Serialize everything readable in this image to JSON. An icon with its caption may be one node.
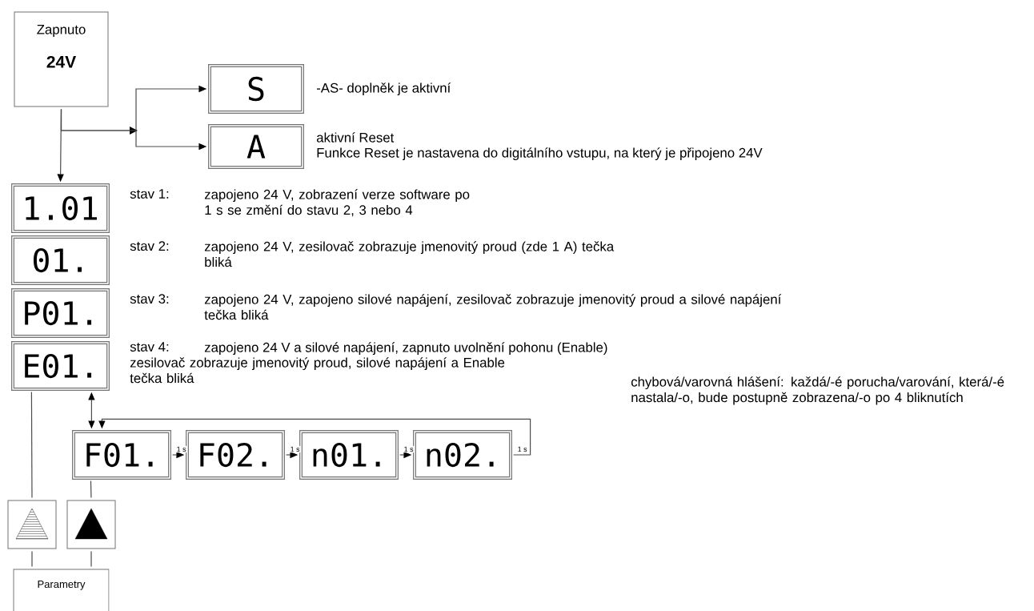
{
  "diagram": {
    "nodes": [
      {
        "text": [
          "Zapnuto",
          "24V"
        ]
      },
      {
        "text": [
          "S"
        ],
        "beside": [
          "-AS- doplněk je aktivní"
        ]
      },
      {
        "text": [
          "A"
        ],
        "beside": [
          "aktivní Reset",
          "Funkce Reset je nastavena do digitálního vstupu, na který je připojeno 24V"
        ]
      },
      {
        "text": [
          "1.01"
        ],
        "beside": [
          "stav 1:"
        ]
      },
      {
        "text": [
          "01."
        ],
        "beside": [
          "stav 2:",
          "zapojeno 24 V, zesilovač zobrazuje jmenovitý proud (zde 1 A) tečka bliká"
        ]
      },
      {
        "text": [
          "P01."
        ],
        "beside": [
          "stav 3:",
          "zapojeno 24 V, zapojeno silové napájení, zesilovač zobrazuje jmenovitý proud a silové napájení tečka bliká"
        ]
      },
      {
        "text": [
          "E01."
        ],
        "beside": [
          "stav 4:",
          "zapojeno 24 V a silové napájení, zapnuto uvolnění pohonu (Enable)",
          "zesilovač zobrazuje jmenovitý proud, silové napájení a Enable tečka bliká"
        ]
      },
      {
        "text": [
          "F01."
        ]
      },
      {
        "text": [
          "F02."
        ]
      },
      {
        "text": [
          "n01."
        ]
      },
      {
        "text": [
          "n02."
        ]
      },
      {
        "text": [],
        "shape": "box"
      },
      {
        "text": [],
        "shape": "box"
      },
      {
        "text": [
          "Parametry"
        ]
      }
    ],
    "edges": [
      {
        "from": 0,
        "to": 1,
        "arrow": "to"
      },
      {
        "from": 0,
        "to": 2,
        "arrow": "to"
      },
      {
        "from": 0,
        "to": 3,
        "arrow": "to"
      },
      {
        "from": 6,
        "to": 7,
        "arrow": "both"
      },
      {
        "from": 6,
        "to": 11,
        "arrow": "none"
      },
      {
        "from": 7,
        "to": 12,
        "arrow": "none"
      },
      {
        "from": 11,
        "to": 13,
        "arrow": "none"
      },
      {
        "from": 12,
        "to": 13,
        "arrow": "none"
      },
      {
        "from": 7,
        "to": 8,
        "arrow": "to",
        "label": "1 s"
      },
      {
        "from": 8,
        "to": 9,
        "arrow": "to",
        "label": "1 s"
      },
      {
        "from": 9,
        "to": 10,
        "arrow": "to",
        "label": "1 s"
      },
      {
        "from": 10,
        "to": 7,
        "arrow": "to",
        "label": "1 s"
      }
    ],
    "labels": [
      "zapojeno 24 V, zobrazení verze software po 1 s se změní do stavu 2, 3 nebo 4",
      "chybová/varovná hlášení: každá/-é porucha/varování, která/-é nastala/-o, bude postupně zobrazena/-o po 4 bliknutích"
    ]
  }
}
